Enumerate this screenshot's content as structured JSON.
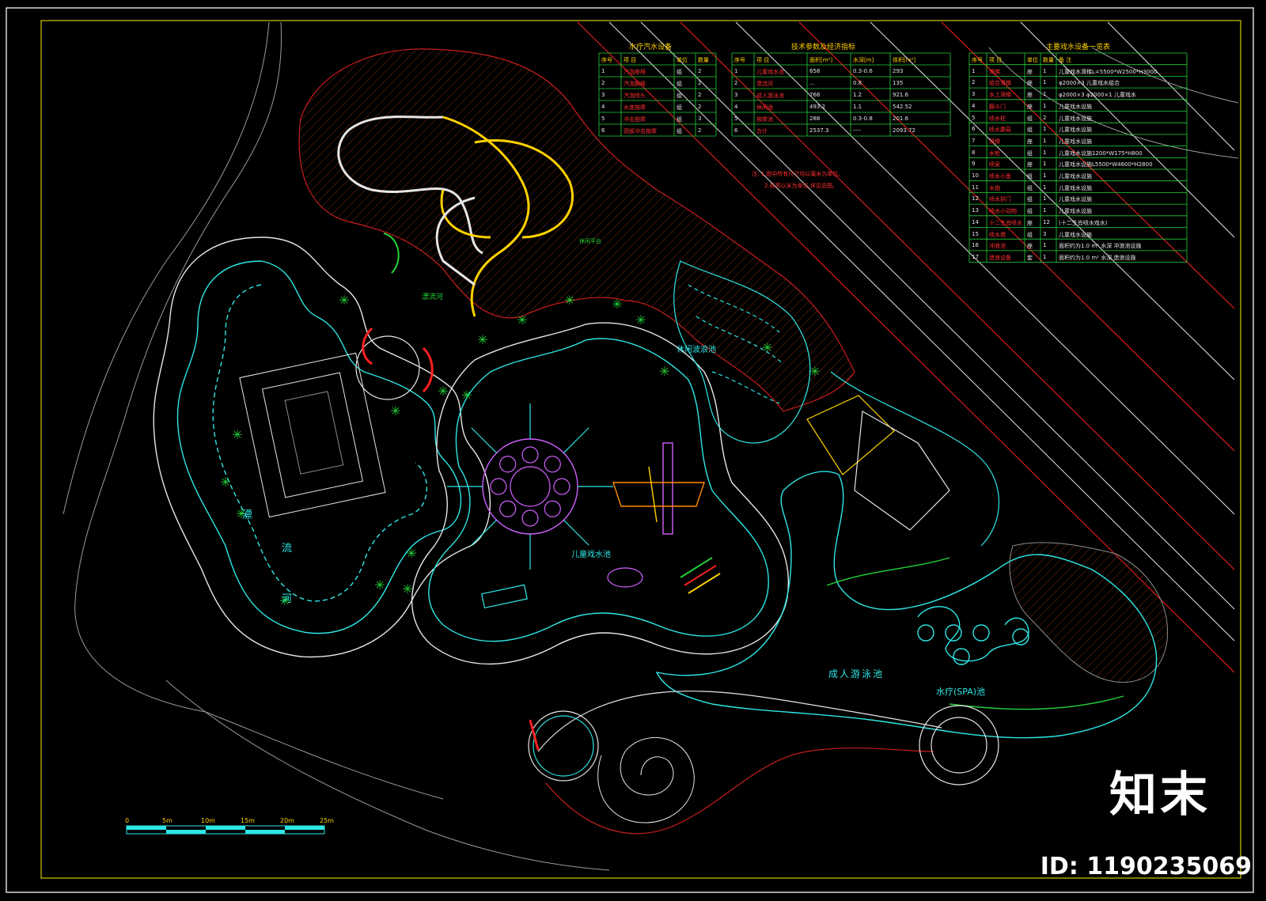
{
  "watermark": {
    "logo": "知末",
    "id": "ID: 1190235069"
  },
  "tables": {
    "equipment": {
      "title": "水疗汽水设备",
      "headers": [
        "序号",
        "项 目",
        "单位",
        "数量"
      ],
      "rows": [
        [
          "1",
          "汽泡座椅",
          "组",
          "2"
        ],
        [
          "2",
          "汽泡躺椅",
          "组",
          "2"
        ],
        [
          "3",
          "汽泡喷头",
          "组",
          "2"
        ],
        [
          "4",
          "水底按摩",
          "组",
          "2"
        ],
        [
          "5",
          "冲击按摩",
          "组",
          "3"
        ],
        [
          "6",
          "颈部冲击按摩",
          "组",
          "2"
        ]
      ]
    },
    "params": {
      "title": "技术参数及经济指标",
      "headers": [
        "序号",
        "项 目",
        "面积[m²]",
        "水深[m]",
        "体积[m³]"
      ],
      "rows": [
        [
          "1",
          "儿童戏水池",
          "658",
          "0.3-0.6",
          "293"
        ],
        [
          "2",
          "漂流河",
          "…",
          "0.8",
          "135"
        ],
        [
          "3",
          "成人游泳池",
          "768",
          "1.2",
          "921.6"
        ],
        [
          "4",
          "休闲池",
          "493.2",
          "1.1",
          "542.52"
        ],
        [
          "5",
          "按摩池",
          "288",
          "0.3-0.8",
          "201.6"
        ],
        [
          "6",
          "合计",
          "2537.3",
          "----",
          "2093.72"
        ]
      ]
    },
    "main_equipment": {
      "title": "主要戏水设备一览表",
      "headers": [
        "序号",
        "项 目",
        "单位",
        "数量",
        "备 注"
      ],
      "rows": [
        [
          "1",
          "滑梯",
          "座",
          "1",
          "儿童戏水滑梯L=5500*W2500*H3000"
        ],
        [
          "2",
          "组合滑梯",
          "座",
          "1",
          "φ2000×3  儿童戏水组合"
        ],
        [
          "3",
          "水上滑梯",
          "座",
          "1",
          "φ2000×3  φ2000×1  儿童戏水"
        ],
        [
          "4",
          "翻斗门",
          "座",
          "1",
          "儿童戏水设施"
        ],
        [
          "5",
          "喷水柱",
          "组",
          "2",
          "儿童戏水设施"
        ],
        [
          "6",
          "喷水蘑菇",
          "组",
          "1",
          "儿童戏水设施"
        ],
        [
          "7",
          "滑梯",
          "座",
          "1",
          "儿童戏水设施"
        ],
        [
          "8",
          "水枪",
          "组",
          "1",
          "儿童戏水设施1200*W175*H800"
        ],
        [
          "9",
          "喷泉",
          "座",
          "1",
          "儿童戏水设施L5500*W4600*H2800"
        ],
        [
          "10",
          "喷水小鱼",
          "组",
          "1",
          "儿童戏水设施"
        ],
        [
          "11",
          "水炮",
          "组",
          "1",
          "儿童戏水设施"
        ],
        [
          "12",
          "喷水拱门",
          "组",
          "1",
          "儿童戏水设施"
        ],
        [
          "13",
          "喷水小动物",
          "组",
          "1",
          "儿童戏水设施"
        ],
        [
          "14",
          "十二生肖喷水",
          "座",
          "12",
          "(十二生肖喷水戏水)"
        ],
        [
          "15",
          "喷水墙",
          "组",
          "3",
          "儿童戏水设施"
        ],
        [
          "16",
          "冲浪池",
          "座",
          "1",
          "面积约为1.0 m² 水深 冲浪池设施"
        ],
        [
          "17",
          "造浪设备",
          "套",
          "1",
          "面积约为1.0 m² 水深 造浪设施"
        ]
      ]
    }
  },
  "notes": [
    "注:  1.图中所有尺寸均以毫米为单位。",
    "2.标高以米为单位,详见总图。"
  ],
  "labels": {
    "drift_river_top": "漂流河",
    "leisure_pool": "休闲波浪池",
    "kids_pool": "儿童戏水池",
    "adult_pool": "成人游泳池",
    "spa": "水疗(SPA)池",
    "river_a": "漂",
    "river_b": "流",
    "river_c": "河",
    "lounge": "休闲平台"
  },
  "scale_bar": {
    "ticks": [
      "0",
      "5m",
      "10m",
      "15m",
      "20m",
      "25m"
    ]
  },
  "colors": {
    "cyan": "#2ee6e6",
    "green": "#23d23a",
    "yellow": "#ffd200",
    "red": "#ff2020",
    "magenta": "#d060ff",
    "white": "#e6e6e6",
    "gray": "#8c8c8c",
    "darkred": "#c81e1e",
    "orange": "#ff8c00"
  }
}
